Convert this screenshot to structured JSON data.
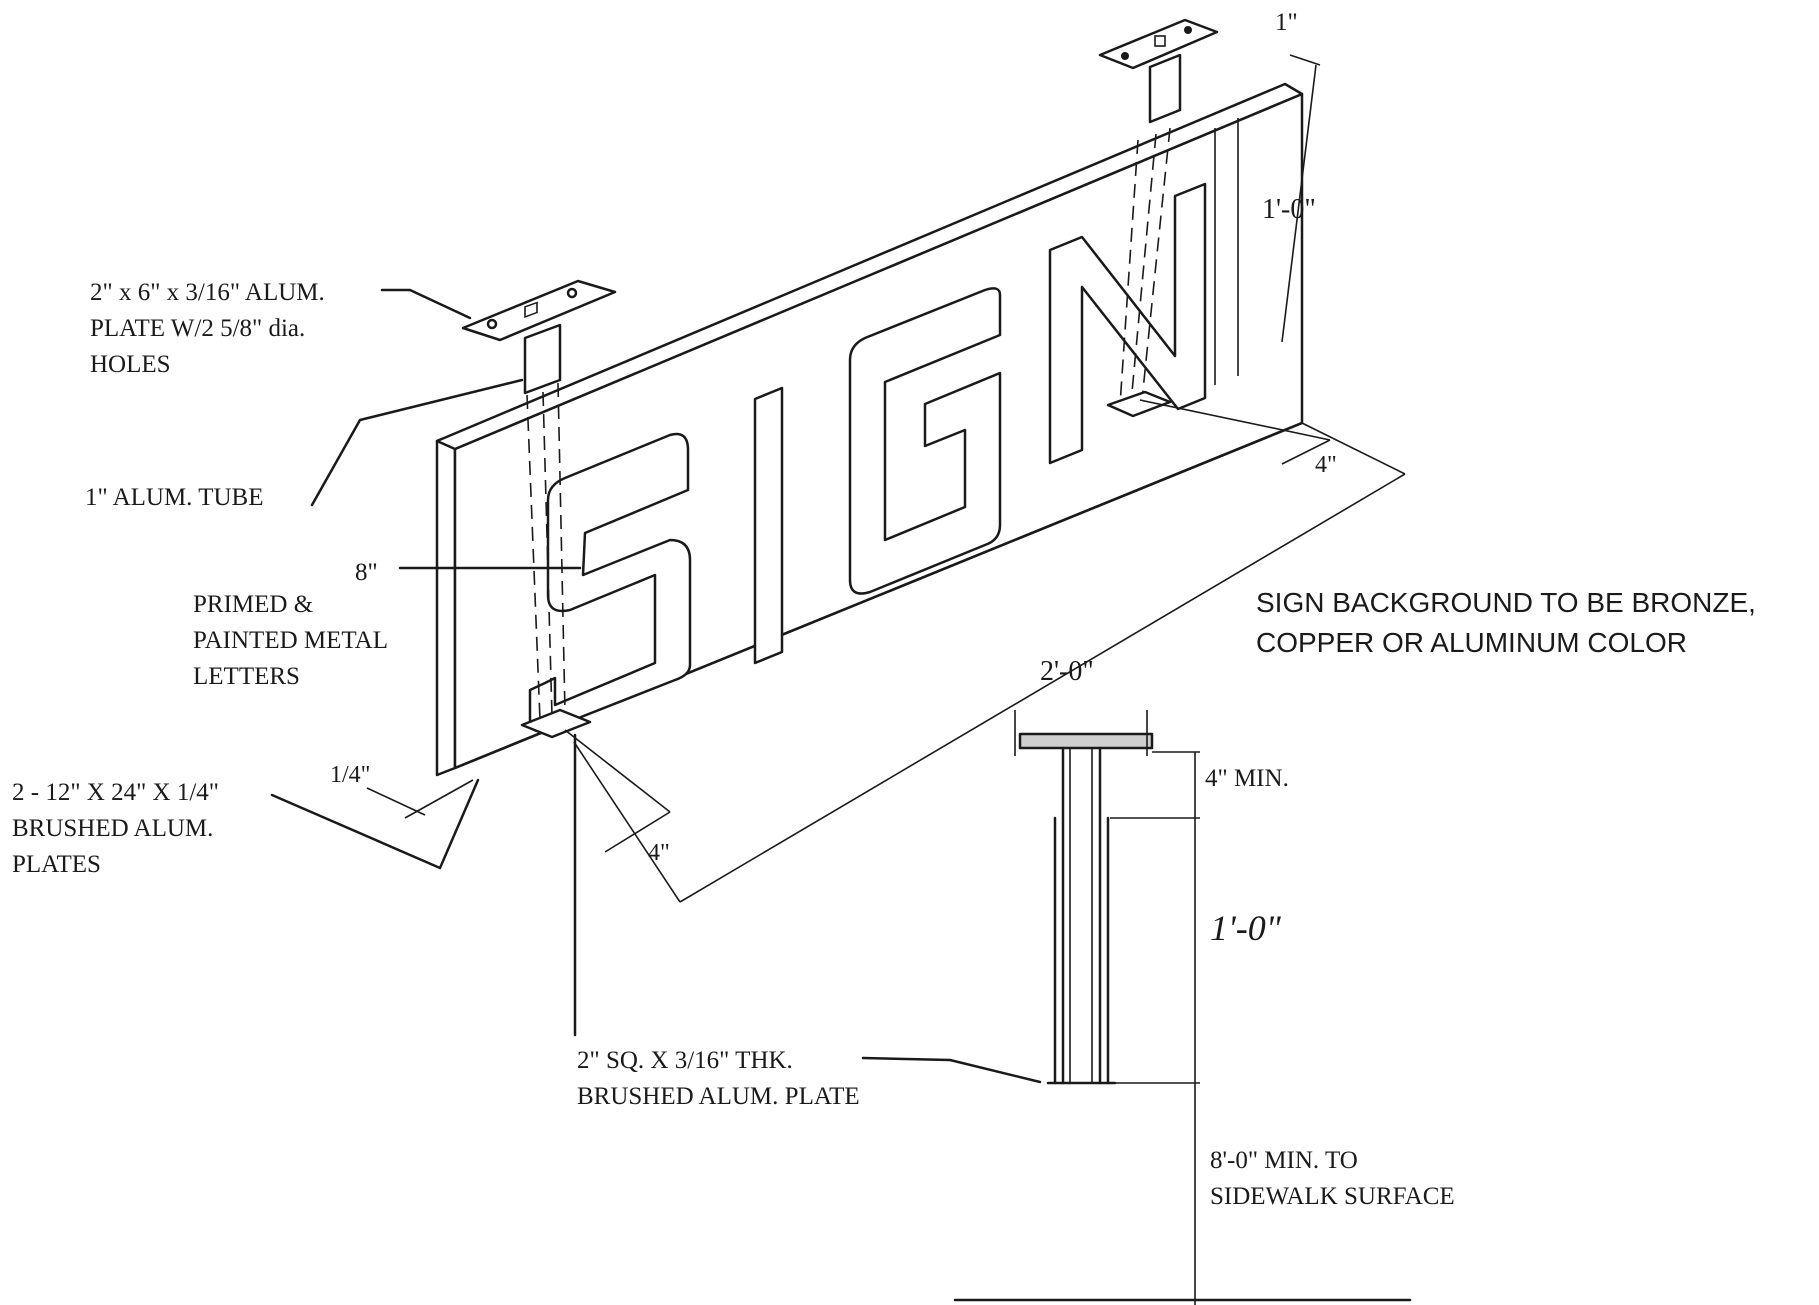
{
  "sign_word": "SIGN",
  "labels": {
    "top_plate": [
      "2\" x 6\" x 3/16\" ALUM.",
      "PLATE W/2 5/8\" dia.",
      "HOLES"
    ],
    "tube": "1\" ALUM. TUBE",
    "letter_height": "8\"",
    "letters": [
      "PRIMED &",
      "PAINTED METAL",
      "LETTERS"
    ],
    "plates": [
      "2 - 12\" X 24\" X 1/4\"",
      "BRUSHED ALUM.",
      "PLATES"
    ],
    "plate_gap": "1/4\"",
    "inset_left": "4\"",
    "inset_right": "4\"",
    "width": "2'-0\"",
    "height": "1'-0\"",
    "tube_diameter": "1\"",
    "background_note": [
      "SIGN BACKGROUND TO BE BRONZE,",
      "COPPER OR ALUMINUM COLOR"
    ],
    "elevation_top": "4\" MIN.",
    "elevation_height": "1'-0\"",
    "bottom_plate": [
      "2\" SQ. X 3/16\" THK.",
      "BRUSHED ALUM. PLATE"
    ],
    "clearance": [
      "8'-0\" MIN. TO",
      "SIDEWALK SURFACE"
    ]
  }
}
